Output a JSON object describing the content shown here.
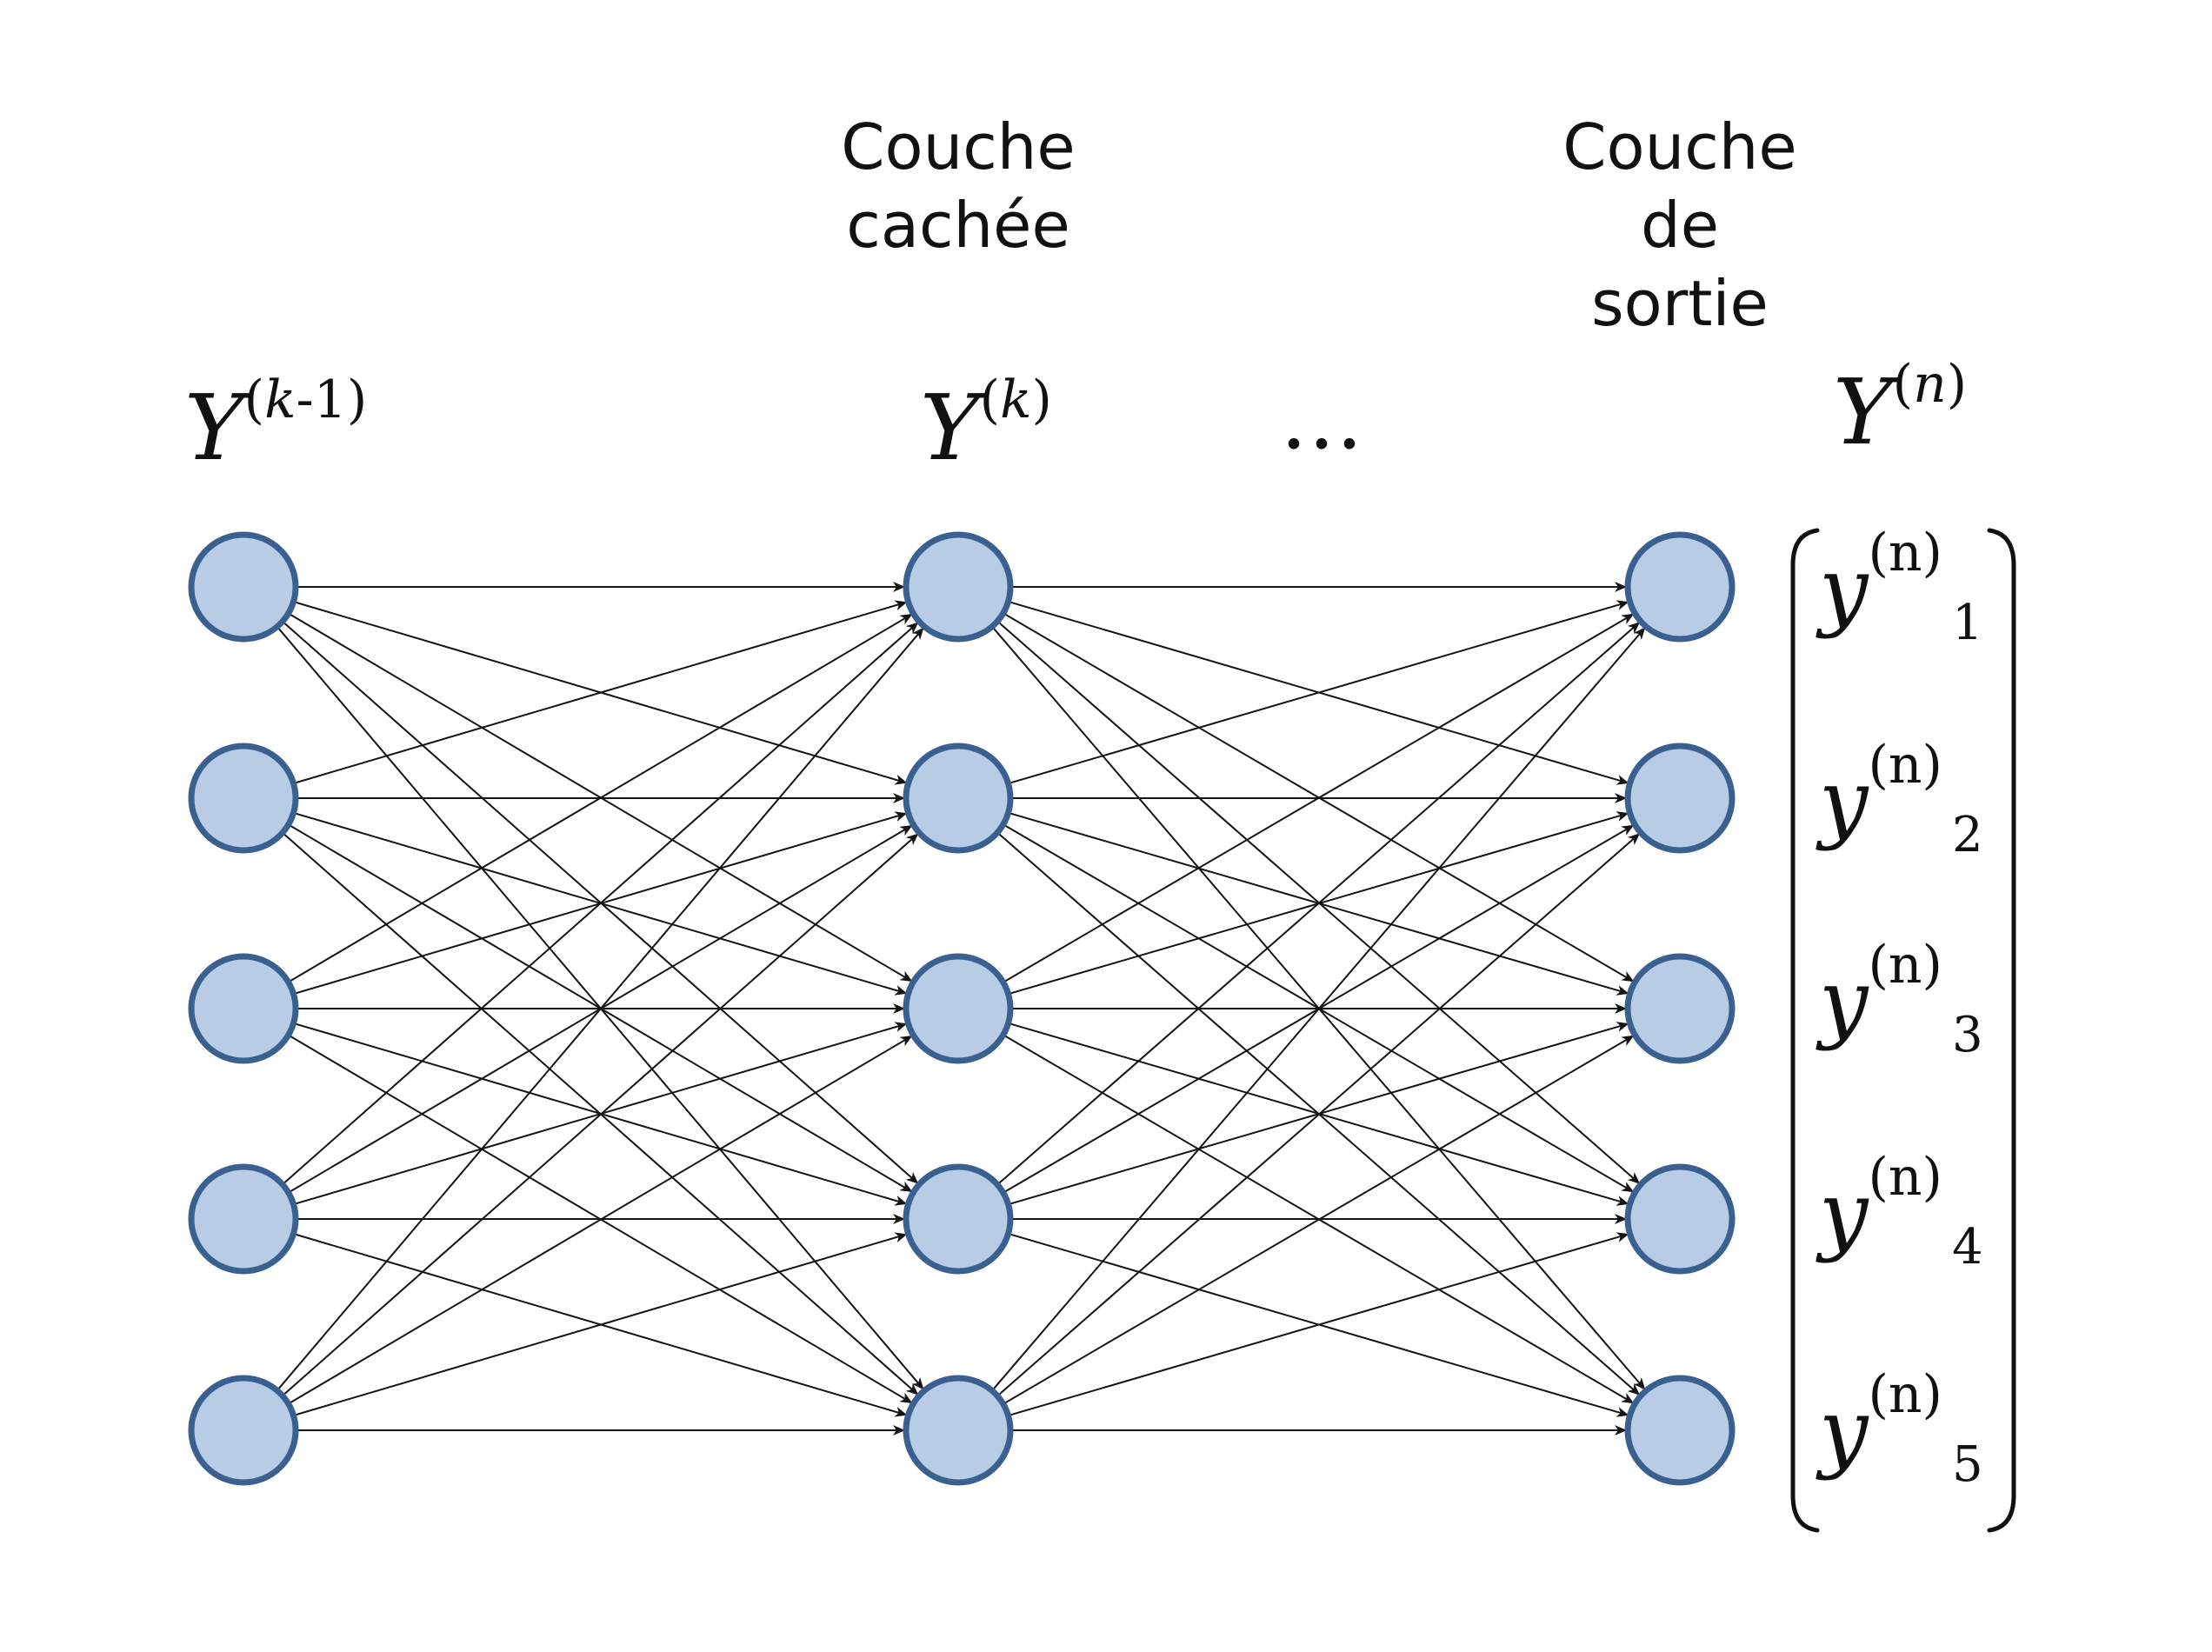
{
  "layers": {
    "input": {
      "symbol": "Y",
      "sup_left": "(",
      "sup_var": "k",
      "sup_rest": "-1)",
      "neurons": 5
    },
    "hidden": {
      "title_lines": [
        "Couche",
        "cachée"
      ],
      "symbol": "Y",
      "sup_left": "(",
      "sup_var": "k",
      "sup_rest": ")",
      "neurons": 5
    },
    "ellipsis": "…",
    "output": {
      "title_lines": [
        "Couche",
        "de",
        "sortie"
      ],
      "symbol": "Y",
      "sup_left": "(",
      "sup_var": "n",
      "sup_rest": ")",
      "neurons": 5
    }
  },
  "output_vector": {
    "entries": [
      {
        "symbol": "y",
        "sup": "(n)",
        "sub": "1"
      },
      {
        "symbol": "y",
        "sup": "(n)",
        "sub": "2"
      },
      {
        "symbol": "y",
        "sup": "(n)",
        "sub": "3"
      },
      {
        "symbol": "y",
        "sup": "(n)",
        "sub": "4"
      },
      {
        "symbol": "y",
        "sup": "(n)",
        "sub": "5"
      }
    ]
  },
  "colors": {
    "neuron_fill": "#b8cde5",
    "neuron_stroke": "#3a6090",
    "connection": "#141414"
  }
}
